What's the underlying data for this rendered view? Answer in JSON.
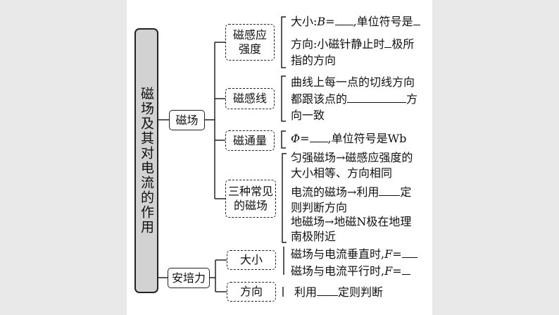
{
  "root": {
    "label": "磁场及其对电流的作用"
  },
  "level1": [
    {
      "label": "磁场"
    },
    {
      "label": "安培力"
    }
  ],
  "level2": [
    {
      "label": "磁感应强度",
      "line1": "磁感应",
      "line2": "强度"
    },
    {
      "label": "磁感线"
    },
    {
      "label": "磁通量"
    },
    {
      "label": "三种常见的磁场",
      "line1": "三种常见",
      "line2": "的磁场"
    },
    {
      "label": "大小"
    },
    {
      "label": "方向"
    }
  ],
  "details": {
    "b_magnitude_prefix": "大小:",
    "b_symbol": "B",
    "b_equals": "=",
    "b_unit": ",单位符号是",
    "b_direction_a": "方向:小磁针静止时",
    "b_direction_b": "极所",
    "b_direction_c": "指的方向",
    "field_line_1": "曲线上每一点的切线方向",
    "field_line_2": "都跟该点的",
    "field_line_2b": "方",
    "field_line_3": "向一致",
    "flux_symbol": "Φ",
    "flux_equals": "=",
    "flux_unit": ",单位符号是Wb",
    "uniform_1": "匀强磁场→磁感应强度的",
    "uniform_2": "大小相等、方向相同",
    "current_1": "电流的磁场→利用",
    "current_1b": "定",
    "current_2": "则判断方向",
    "earth_1": "地磁场→地磁N极在地理",
    "earth_2": "南极附近",
    "force_perp": "磁场与电流垂直时,",
    "force_para": "磁场与电流平行时,",
    "force_symbol": "F",
    "force_equals": "=",
    "dir_a": "利用",
    "dir_b": "定则判断"
  }
}
